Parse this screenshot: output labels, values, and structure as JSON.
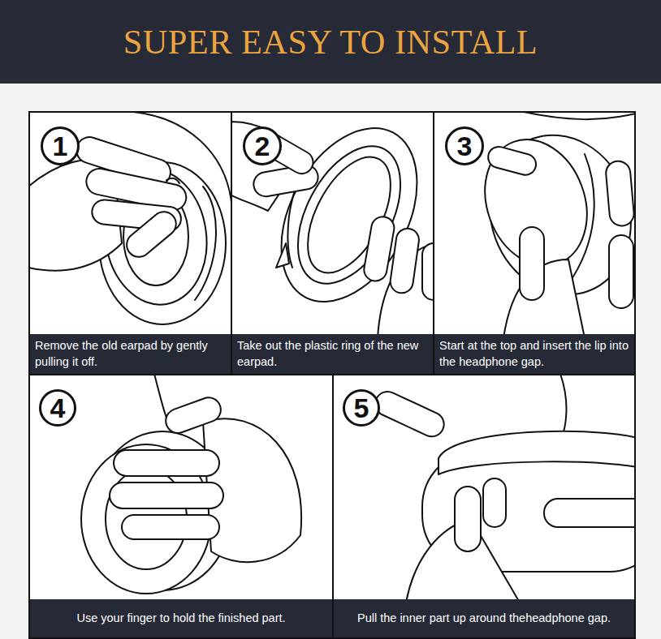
{
  "diagram": {
    "title": "SUPER EASY TO INSTALL",
    "nodes": [
      {
        "text": [
          "Remove the old earpad by gently pulling it off."
        ]
      },
      {
        "text": [
          "1"
        ],
        "in": 0
      },
      {
        "text": [
          "Take out the plastic ring of the new earpad."
        ]
      },
      {
        "text": [
          "2"
        ],
        "in": 2
      },
      {
        "text": [
          "Start at the top and insert the lip into the headphone gap."
        ]
      },
      {
        "text": [
          "3"
        ],
        "in": 4
      },
      {
        "text": [
          "Use your finger to hold the finished part."
        ]
      },
      {
        "text": [
          "4"
        ],
        "in": 6
      },
      {
        "text": [
          "Pull the inner part up around theheadphone gap."
        ]
      },
      {
        "text": [
          "5"
        ],
        "in": 8
      }
    ]
  }
}
